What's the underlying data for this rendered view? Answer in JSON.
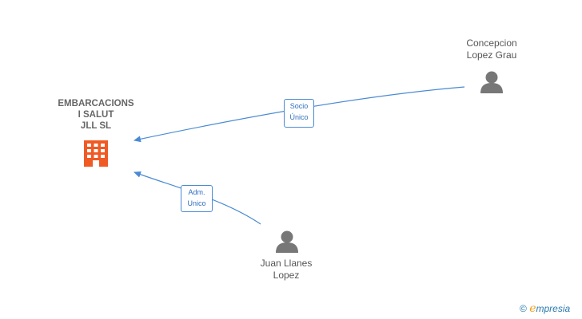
{
  "company": {
    "lines": [
      "EMBARCACIONS",
      "I SALUT",
      "JLL  SL"
    ],
    "color": "#f05a24"
  },
  "people": [
    {
      "lines": [
        "Concepcion",
        "Lopez Grau"
      ],
      "color": "#777777"
    },
    {
      "lines": [
        "Juan Llanes",
        "Lopez"
      ],
      "color": "#777777"
    }
  ],
  "edges": [
    {
      "label_lines": [
        "Socio",
        "Único"
      ],
      "color": "#4a8ad4"
    },
    {
      "label_lines": [
        "Adm.",
        "Unico"
      ],
      "color": "#4a8ad4"
    }
  ],
  "brand": {
    "symbol": "©",
    "initial": "e",
    "rest": "mpresia"
  }
}
